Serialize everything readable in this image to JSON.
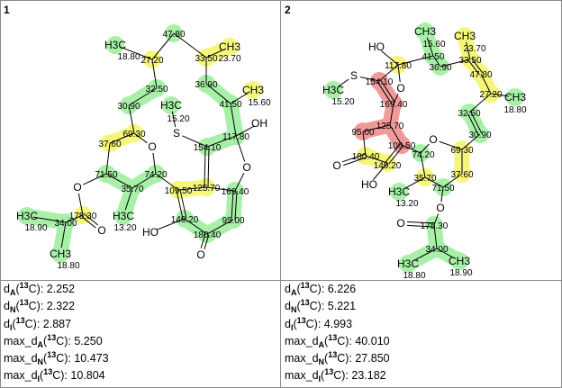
{
  "highlight_colors": {
    "green": "#a8f0a8",
    "yellow": "#f6f67c",
    "red": "#f09a9a"
  },
  "panels": [
    {
      "number": "1",
      "atoms": [
        {
          "symbol": "",
          "shift": "47.80",
          "hl": "green"
        },
        {
          "symbol": "",
          "shift": "27.20",
          "hl": "yellow"
        },
        {
          "symbol": "H3C",
          "shift": "18.80",
          "hl": "green"
        },
        {
          "symbol": "",
          "shift": "33.50",
          "hl": "yellow"
        },
        {
          "symbol": "CH3",
          "shift": "23.70",
          "hl": "yellow"
        },
        {
          "symbol": "",
          "shift": "36.90",
          "hl": "green"
        },
        {
          "symbol": "",
          "shift": "41.50",
          "hl": "green"
        },
        {
          "symbol": "CH3",
          "shift": "15.60",
          "hl": "yellow"
        },
        {
          "symbol": "",
          "shift": "117.80",
          "hl": "green"
        },
        {
          "symbol": "OH",
          "shift": "",
          "hl": ""
        },
        {
          "symbol": "O",
          "shift": "",
          "hl": ""
        },
        {
          "symbol": "",
          "shift": "154.10",
          "hl": "green"
        },
        {
          "symbol": "S",
          "shift": "",
          "hl": ""
        },
        {
          "symbol": "H3C",
          "shift": "15.20",
          "hl": "green"
        },
        {
          "symbol": "",
          "shift": "125.70",
          "hl": "yellow"
        },
        {
          "symbol": "",
          "shift": "169.40",
          "hl": "green"
        },
        {
          "symbol": "",
          "shift": "95.00",
          "hl": "green"
        },
        {
          "symbol": "",
          "shift": "180.40",
          "hl": "green"
        },
        {
          "symbol": "O",
          "shift": "",
          "hl": ""
        },
        {
          "symbol": "",
          "shift": "149.20",
          "hl": "green"
        },
        {
          "symbol": "HO",
          "shift": "",
          "hl": ""
        },
        {
          "symbol": "",
          "shift": "109.50",
          "hl": "yellow"
        },
        {
          "symbol": "",
          "shift": "74.20",
          "hl": "green"
        },
        {
          "symbol": "O",
          "shift": "",
          "hl": ""
        },
        {
          "symbol": "",
          "shift": "69.30",
          "hl": "yellow"
        },
        {
          "symbol": "",
          "shift": "37.60",
          "hl": "yellow"
        },
        {
          "symbol": "",
          "shift": "30.90",
          "hl": "green"
        },
        {
          "symbol": "",
          "shift": "32.50",
          "hl": "green"
        },
        {
          "symbol": "",
          "shift": "71.50",
          "hl": "green"
        },
        {
          "symbol": "",
          "shift": "35.70",
          "hl": "green"
        },
        {
          "symbol": "H3C",
          "shift": "13.20",
          "hl": "green"
        },
        {
          "symbol": "O",
          "shift": "",
          "hl": ""
        },
        {
          "symbol": "",
          "shift": "175.30",
          "hl": "yellow"
        },
        {
          "symbol": "O",
          "shift": "",
          "hl": ""
        },
        {
          "symbol": "",
          "shift": "34.00",
          "hl": "green"
        },
        {
          "symbol": "H3C",
          "shift": "18.90",
          "hl": "green"
        },
        {
          "symbol": "CH3",
          "shift": "18.80",
          "hl": "green"
        }
      ],
      "bonds": [
        [
          0,
          1,
          1
        ],
        [
          0,
          3,
          1
        ],
        [
          1,
          2,
          1
        ],
        [
          1,
          27,
          1
        ],
        [
          3,
          4,
          1
        ],
        [
          3,
          5,
          1
        ],
        [
          5,
          6,
          1
        ],
        [
          6,
          7,
          1
        ],
        [
          6,
          8,
          1
        ],
        [
          8,
          9,
          1
        ],
        [
          8,
          11,
          1
        ],
        [
          8,
          10,
          1
        ],
        [
          10,
          15,
          1
        ],
        [
          11,
          12,
          1
        ],
        [
          12,
          13,
          1
        ],
        [
          11,
          14,
          2
        ],
        [
          14,
          15,
          1
        ],
        [
          14,
          21,
          1
        ],
        [
          15,
          16,
          2
        ],
        [
          16,
          17,
          1
        ],
        [
          17,
          18,
          2
        ],
        [
          17,
          19,
          1
        ],
        [
          19,
          21,
          2
        ],
        [
          19,
          20,
          1
        ],
        [
          21,
          22,
          1
        ],
        [
          22,
          23,
          1
        ],
        [
          23,
          24,
          1
        ],
        [
          24,
          26,
          1
        ],
        [
          26,
          27,
          1
        ],
        [
          24,
          25,
          1
        ],
        [
          25,
          28,
          1
        ],
        [
          28,
          29,
          1
        ],
        [
          29,
          22,
          1
        ],
        [
          29,
          30,
          1
        ],
        [
          28,
          31,
          1
        ],
        [
          31,
          32,
          1
        ],
        [
          32,
          33,
          2
        ],
        [
          32,
          34,
          1
        ],
        [
          34,
          35,
          1
        ],
        [
          34,
          36,
          1
        ]
      ],
      "stats": [
        {
          "name": "d",
          "sub": "A",
          "open": "(",
          "sup": "13",
          "nucleus": "C): ",
          "value": "2.252"
        },
        {
          "name": "d",
          "sub": "N",
          "open": "(",
          "sup": "13",
          "nucleus": "C): ",
          "value": "2.322"
        },
        {
          "name": "d",
          "sub": "I",
          "open": "(",
          "sup": "13",
          "nucleus": "C): ",
          "value": "2.887"
        },
        {
          "name": "max_d",
          "sub": "A",
          "open": "(",
          "sup": "13",
          "nucleus": "C): ",
          "value": "5.250"
        },
        {
          "name": "max_d",
          "sub": "N",
          "open": "(",
          "sup": "13",
          "nucleus": "C): ",
          "value": "10.473"
        },
        {
          "name": "max_d",
          "sub": "I",
          "open": "(",
          "sup": "13",
          "nucleus": "C): ",
          "value": "10.804"
        }
      ]
    },
    {
      "number": "2",
      "atoms": [
        {
          "symbol": "CH3",
          "shift": "15.60",
          "hl": "green"
        },
        {
          "symbol": "",
          "shift": "41.50",
          "hl": "green"
        },
        {
          "symbol": "",
          "shift": "36.90",
          "hl": "green"
        },
        {
          "symbol": "",
          "shift": "117.80",
          "hl": "yellow"
        },
        {
          "symbol": "HO",
          "shift": "",
          "hl": ""
        },
        {
          "symbol": "",
          "shift": "33.50",
          "hl": "yellow"
        },
        {
          "symbol": "CH3",
          "shift": "23.70",
          "hl": "yellow"
        },
        {
          "symbol": "",
          "shift": "47.80",
          "hl": "yellow"
        },
        {
          "symbol": "",
          "shift": "27.20",
          "hl": "yellow"
        },
        {
          "symbol": "CH3",
          "shift": "18.80",
          "hl": "green"
        },
        {
          "symbol": "",
          "shift": "32.50",
          "hl": "green"
        },
        {
          "symbol": "",
          "shift": "30.90",
          "hl": "green"
        },
        {
          "symbol": "",
          "shift": "69.30",
          "hl": "yellow"
        },
        {
          "symbol": "",
          "shift": "37.60",
          "hl": "yellow"
        },
        {
          "symbol": "",
          "shift": "71.50",
          "hl": "green"
        },
        {
          "symbol": "",
          "shift": "35.70",
          "hl": "yellow"
        },
        {
          "symbol": "H3C",
          "shift": "13.20",
          "hl": "green"
        },
        {
          "symbol": "",
          "shift": "74.20",
          "hl": "green"
        },
        {
          "symbol": "O",
          "shift": "",
          "hl": ""
        },
        {
          "symbol": "",
          "shift": "109.50",
          "hl": "red"
        },
        {
          "symbol": "",
          "shift": "125.70",
          "hl": "red"
        },
        {
          "symbol": "",
          "shift": "95.00",
          "hl": "red"
        },
        {
          "symbol": "",
          "shift": "169.40",
          "hl": "red"
        },
        {
          "symbol": "O",
          "shift": "",
          "hl": ""
        },
        {
          "symbol": "",
          "shift": "154.10",
          "hl": "red"
        },
        {
          "symbol": "S",
          "shift": "",
          "hl": ""
        },
        {
          "symbol": "H3C",
          "shift": "15.20",
          "hl": "green"
        },
        {
          "symbol": "",
          "shift": "180.40",
          "hl": "yellow"
        },
        {
          "symbol": "O",
          "shift": "",
          "hl": ""
        },
        {
          "symbol": "",
          "shift": "149.20",
          "hl": "yellow"
        },
        {
          "symbol": "HO",
          "shift": "",
          "hl": ""
        },
        {
          "symbol": "O",
          "shift": "",
          "hl": ""
        },
        {
          "symbol": "",
          "shift": "175.30",
          "hl": "green"
        },
        {
          "symbol": "O",
          "shift": "",
          "hl": ""
        },
        {
          "symbol": "",
          "shift": "34.00",
          "hl": "green"
        },
        {
          "symbol": "H3C",
          "shift": "18.80",
          "hl": "green"
        },
        {
          "symbol": "CH3",
          "shift": "18.90",
          "hl": "green"
        }
      ],
      "bonds": [
        [
          0,
          1,
          1
        ],
        [
          1,
          2,
          1
        ],
        [
          1,
          3,
          1
        ],
        [
          3,
          4,
          1
        ],
        [
          3,
          24,
          1
        ],
        [
          3,
          23,
          1
        ],
        [
          23,
          22,
          1
        ],
        [
          24,
          25,
          1
        ],
        [
          25,
          26,
          1
        ],
        [
          24,
          22,
          2
        ],
        [
          22,
          20,
          1
        ],
        [
          20,
          21,
          1
        ],
        [
          20,
          19,
          1
        ],
        [
          21,
          27,
          1
        ],
        [
          27,
          28,
          2
        ],
        [
          27,
          29,
          1
        ],
        [
          29,
          19,
          2
        ],
        [
          29,
          30,
          1
        ],
        [
          19,
          17,
          1
        ],
        [
          17,
          18,
          1
        ],
        [
          18,
          12,
          1
        ],
        [
          12,
          11,
          1
        ],
        [
          11,
          10,
          2
        ],
        [
          10,
          8,
          1
        ],
        [
          8,
          9,
          1
        ],
        [
          8,
          7,
          1
        ],
        [
          7,
          5,
          2
        ],
        [
          5,
          6,
          1
        ],
        [
          5,
          2,
          1
        ],
        [
          12,
          13,
          1
        ],
        [
          13,
          14,
          1
        ],
        [
          14,
          15,
          1
        ],
        [
          15,
          17,
          1
        ],
        [
          15,
          16,
          1
        ],
        [
          14,
          31,
          1
        ],
        [
          31,
          32,
          1
        ],
        [
          32,
          33,
          2
        ],
        [
          32,
          34,
          1
        ],
        [
          34,
          35,
          1
        ],
        [
          34,
          36,
          1
        ]
      ],
      "stats": [
        {
          "name": "d",
          "sub": "A",
          "open": "(",
          "sup": "13",
          "nucleus": "C): ",
          "value": "6.226"
        },
        {
          "name": "d",
          "sub": "N",
          "open": "(",
          "sup": "13",
          "nucleus": "C): ",
          "value": "5.221"
        },
        {
          "name": "d",
          "sub": "I",
          "open": "(",
          "sup": "13",
          "nucleus": "C): ",
          "value": "4.993"
        },
        {
          "name": "max_d",
          "sub": "A",
          "open": "(",
          "sup": "13",
          "nucleus": "C): ",
          "value": "40.010"
        },
        {
          "name": "max_d",
          "sub": "N",
          "open": "(",
          "sup": "13",
          "nucleus": "C): ",
          "value": "27.850"
        },
        {
          "name": "max_d",
          "sub": "I",
          "open": "(",
          "sup": "13",
          "nucleus": "C): ",
          "value": "23.182"
        }
      ]
    }
  ]
}
